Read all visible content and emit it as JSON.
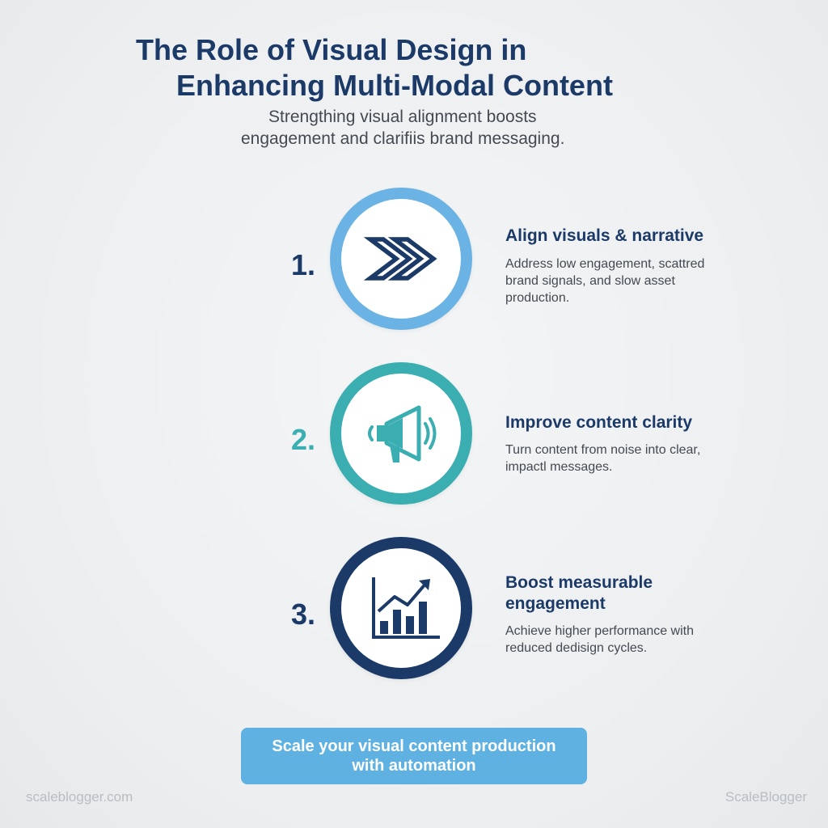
{
  "header": {
    "title_line_1": "The Role of Visual Design in",
    "title_line_2": "Enhancing Multi-Modal Content",
    "subtitle_line_1": "Strengthing visual alignment boosts",
    "subtitle_line_2": "engagement and clarifiis brand messaging."
  },
  "steps": [
    {
      "number": "1.",
      "title": "Align visuals & narrative",
      "description": "Address low engagement, scattred brand signals, and slow asset production.",
      "icon": "double-chevron-right-icon",
      "accent": "#6bb3e4",
      "number_color": "#1b3a67"
    },
    {
      "number": "2.",
      "title": "Improve content clarity",
      "description": "Turn content from noise into clear, impactl messages.",
      "icon": "megaphone-icon",
      "accent": "#3aaeb0",
      "number_color": "#3aaeb0"
    },
    {
      "number": "3.",
      "title": "Boost measurable engagement",
      "description": "Achieve higher performance with reduced dedisign cycles.",
      "icon": "bar-chart-growth-icon",
      "accent": "#1b3a67",
      "number_color": "#1b3a67"
    }
  ],
  "cta": {
    "label": "Scale your visual content production with automation",
    "color": "#5fb1e2"
  },
  "footer": {
    "left": "scaleblogger.com",
    "right": "ScaleBlogger"
  },
  "colors": {
    "navy": "#1b3a67",
    "teal": "#3aaeb0",
    "sky": "#6bb3e4",
    "background": "#eceef0"
  }
}
